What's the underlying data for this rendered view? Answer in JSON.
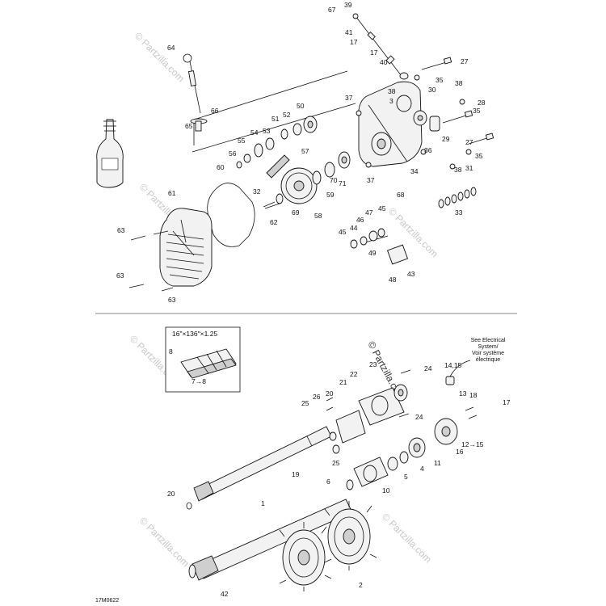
{
  "watermark": {
    "brand": "© Partzilla.com",
    "center_text": "© Partzilla.com"
  },
  "figure_code": "17M0622",
  "track_label": "16\"×136\"×1.25",
  "electrical_note": [
    "See Electrical",
    "System/",
    "Voir système",
    "électrique"
  ],
  "top_callouts": [
    "67",
    "39",
    "41",
    "17",
    "17",
    "40",
    "64",
    "27",
    "35",
    "38",
    "30",
    "38",
    "3",
    "28",
    "37",
    "35",
    "66",
    "50",
    "52",
    "51",
    "53",
    "54",
    "55",
    "65",
    "57",
    "56",
    "60",
    "71",
    "70",
    "37",
    "29",
    "27",
    "36",
    "31",
    "35",
    "38",
    "34",
    "68",
    "61",
    "32",
    "69",
    "62",
    "58",
    "59",
    "33",
    "63",
    "47",
    "45",
    "46",
    "44",
    "45",
    "49",
    "63",
    "63",
    "48",
    "43"
  ],
  "bottom_callouts": [
    "8",
    "7→8",
    "23",
    "22",
    "24",
    "14,15",
    "21",
    "13",
    "20",
    "18",
    "26",
    "25",
    "17",
    "24",
    "12→15",
    "16",
    "19",
    "25",
    "11",
    "4",
    "6",
    "5",
    "10",
    "20",
    "1",
    "42",
    "2"
  ]
}
